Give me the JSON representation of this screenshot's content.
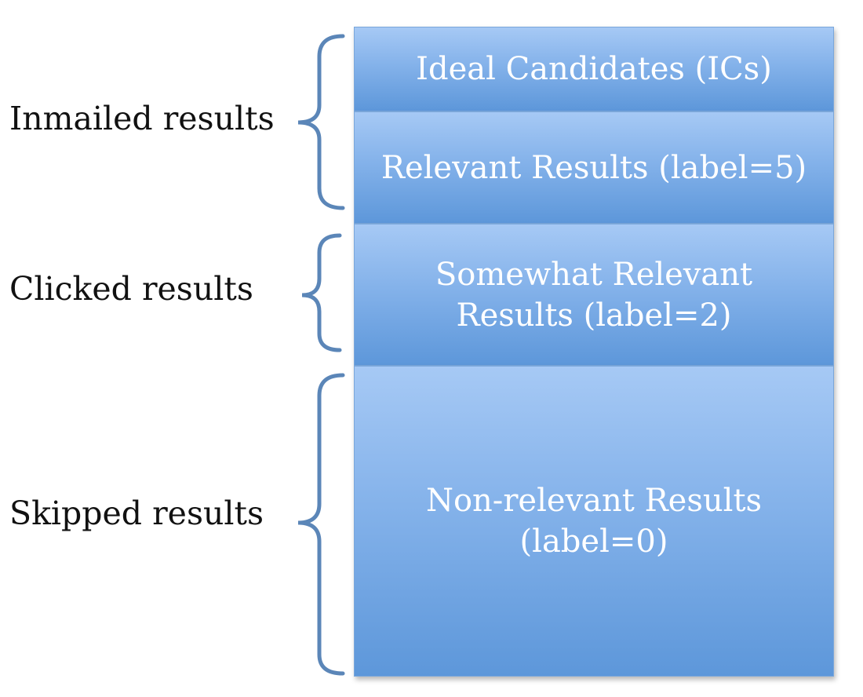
{
  "groups": [
    {
      "label": "Inmailed results"
    },
    {
      "label": "Clicked results"
    },
    {
      "label": "Skipped results"
    }
  ],
  "tiers": [
    {
      "label": "Ideal Candidates (ICs)"
    },
    {
      "label": "Relevant Results (label=5)"
    },
    {
      "label": "Somewhat Relevant Results (label=2)"
    },
    {
      "label": "Non-relevant Results (label=0)"
    }
  ],
  "colors": {
    "tier_top": "#a6c9f5",
    "tier_bottom": "#5d97da",
    "brace": "#5b86b8",
    "label_text": "#111111",
    "tier_text": "#ffffff"
  }
}
